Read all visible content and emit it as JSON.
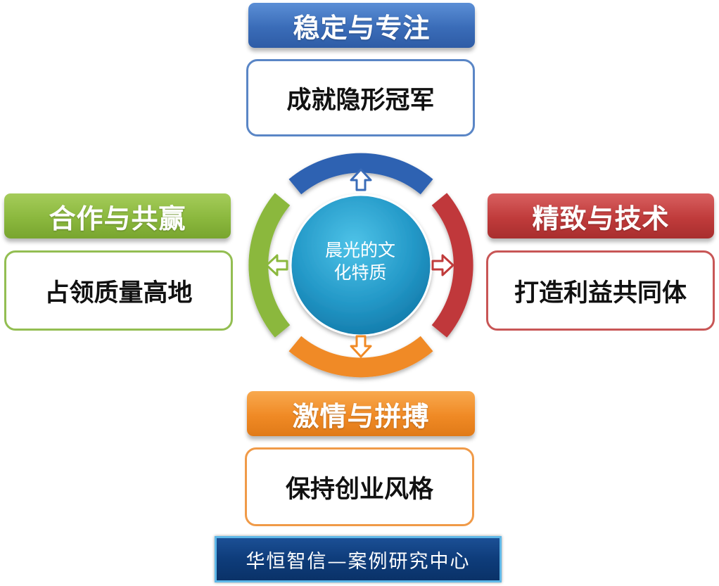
{
  "center": {
    "line1": "晨光的文",
    "line2": "化特质"
  },
  "top": {
    "header": "稳定与专注",
    "box": "成就隐形冠军",
    "color": "#3a6cb8"
  },
  "right": {
    "header": "精致与技术",
    "box": "打造利益共同体",
    "color": "#c03b3b"
  },
  "left": {
    "header": "合作与共赢",
    "box": "占领质量高地",
    "color": "#8bb83e"
  },
  "bottom": {
    "header": "激情与拼搏",
    "box": "保持创业风格",
    "color": "#f08a25"
  },
  "footer": "华恒智信—案例研究中心"
}
